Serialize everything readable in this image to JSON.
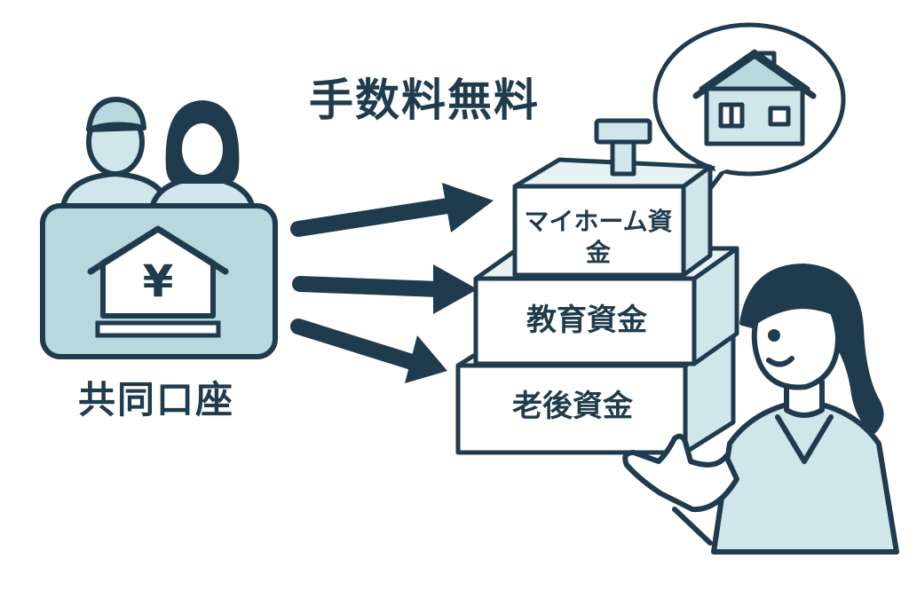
{
  "labels": {
    "fee_free": "手数料無料",
    "joint_account": "共同口座",
    "home_fund": "マイホーム資金",
    "education_fund": "教育資金",
    "retirement_fund": "老後資金"
  },
  "icons": {
    "account_symbol": "¥"
  },
  "colors": {
    "outline": "#1f3b4d",
    "fill_light": "#cfe6ea",
    "fill_mid": "#b9d8de",
    "white": "#ffffff"
  }
}
